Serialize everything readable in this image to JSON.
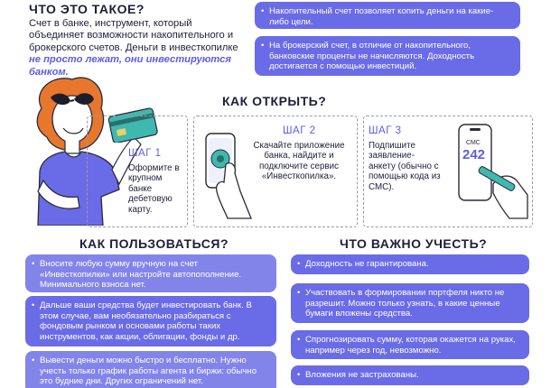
{
  "what_is": {
    "heading": "ЧТО ЭТО ТАКОЕ?",
    "text": "Счет в банке, инструмент, который объединяет возможности накопительного и брокерского счетов. Деньги в инвесткопилке",
    "accent": "не просто лежат, они инвестируются банком."
  },
  "top_notes": [
    "Накопительный счет позволяет копить деньги на какие-либо цели.",
    "На брокерский счет, в отличие от накопительного, банковские проценты не начисляются. Доходность достигается с помощью инвестиций."
  ],
  "how_to_open": {
    "heading": "КАК ОТКРЫТЬ?",
    "steps": [
      {
        "label": "ШАГ 1",
        "text": "Оформите в крупном банке дебетовую карту."
      },
      {
        "label": "ШАГ 2",
        "text": "Скачайте приложение банка, найдите и подключите сервис «Инвесткопилка»."
      },
      {
        "label": "ШАГ 3",
        "text": "Подпишите заявление-анкету (обычно с помощью кода из СМС)."
      }
    ],
    "sms_label": "СМС",
    "sms_code": "242"
  },
  "how_to_use": {
    "heading": "КАК ПОЛЬЗОВАТЬСЯ?",
    "items": [
      "Вносите любую сумму вручную на счет «Инвесткопилки» или настройте автопополнение. Минимального взноса нет.",
      "Дальше ваши средства будет инвестировать банк. В этом случае, вам необязательно разбираться с фондовым рынком и основами работы таких инструментов, как акции, облигации, фонды и др.",
      "Вывести деньги можно быстро и бесплатно. Нужно учесть только график работы агента и биржи: обычно это будние дни. Других ограничений нет."
    ]
  },
  "important": {
    "heading": "ЧТО ВАЖНО УЧЕСТЬ?",
    "items": [
      "Доходность не гарантирована.",
      "Участвовать в формировании портфеля никто не разрешит. Можно только узнать, в какие ценные бумаги вложены средства.",
      "Спрогнозировать сумму, которая окажется на руках, например через год, невозможно.",
      "Вложения не застрахованы."
    ]
  },
  "colors": {
    "accent": "#6a6be6",
    "accent_text": "#5b5ee0",
    "hair": "#e8772e"
  }
}
